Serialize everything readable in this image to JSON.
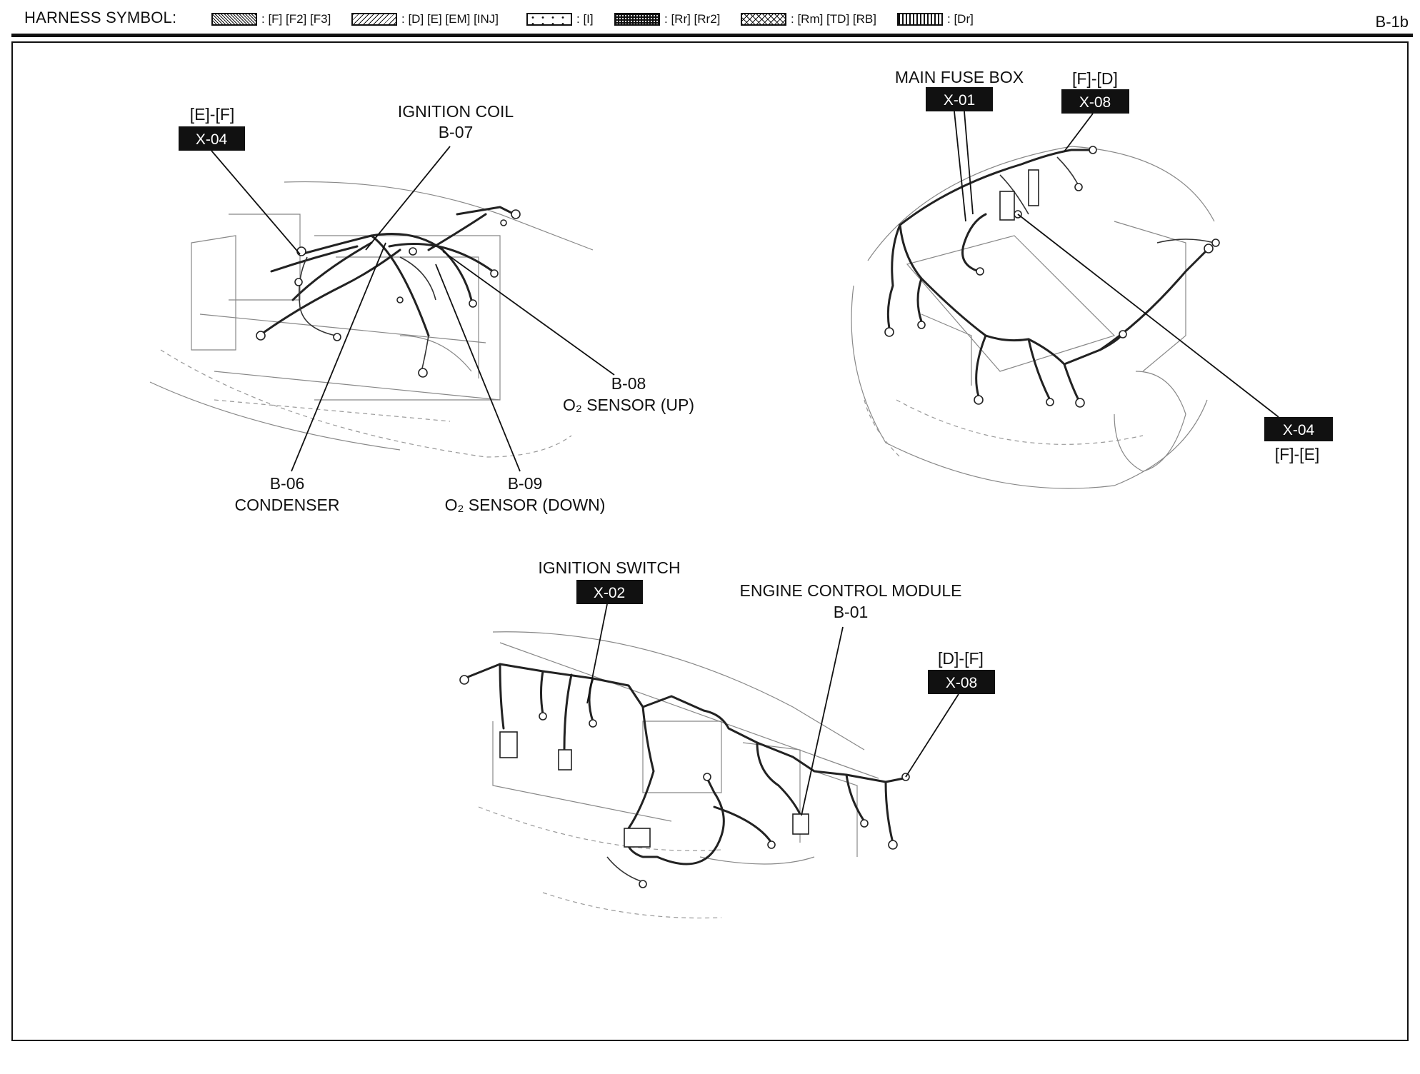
{
  "header": {
    "title": "HARNESS SYMBOL:",
    "page_number": "B-1b",
    "legend": [
      {
        "pattern": "dense-dots",
        "label": ": [F] [F2] [F3]"
      },
      {
        "pattern": "diagonal-hatch",
        "label": ": [D] [E] [EM] [INJ]"
      },
      {
        "pattern": "sparse-dots",
        "label": ": [I]"
      },
      {
        "pattern": "dark-speckle",
        "label": ": [Rr] [Rr2]"
      },
      {
        "pattern": "cross-hatch",
        "label": ": [Rm] [TD] [RB]"
      },
      {
        "pattern": "vertical-bars",
        "label": ": [Dr]"
      }
    ]
  },
  "engine_view": {
    "x04_connector": {
      "label": "[E]-[F]",
      "code": "X-04"
    },
    "ignition_coil": {
      "name": "IGNITION COIL",
      "code": "B-07"
    },
    "o2_up": {
      "code": "B-08",
      "name": "O₂ SENSOR (UP)"
    },
    "condenser": {
      "code": "B-06",
      "name": "CONDENSER"
    },
    "o2_down": {
      "code": "B-09",
      "name": "O₂ SENSOR (DOWN)"
    }
  },
  "bay_view": {
    "main_fuse_box": {
      "name": "MAIN FUSE BOX",
      "code": "X-01"
    },
    "x08_connector": {
      "label": "[F]-[D]",
      "code": "X-08"
    },
    "x04_connector": {
      "code": "X-04",
      "label": "[F]-[E]"
    }
  },
  "dash_view": {
    "ignition_switch": {
      "name": "IGNITION SWITCH",
      "code": "X-02"
    },
    "ecm": {
      "name": "ENGINE CONTROL MODULE",
      "code": "B-01"
    },
    "x08_connector": {
      "label": "[D]-[F]",
      "code": "X-08"
    }
  }
}
